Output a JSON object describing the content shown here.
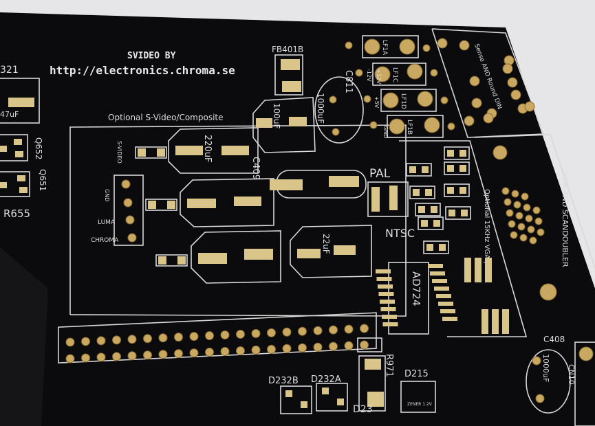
{
  "board": {
    "credit_title": "SVIDEO BY",
    "credit_url": "http://electronics.chroma.se",
    "section_svideo": "Optional S-Video/Composite",
    "connector_labels": [
      "S-VIDEO",
      "GND",
      "LUMA",
      "CHROMA"
    ],
    "cap_220_a": "220uF",
    "cap_220_b": "22uF",
    "fb": "FB401B",
    "c811": "C811",
    "c811_val": "1000uF",
    "c409": "C409",
    "c409_val": "100uF",
    "pal": "PAL",
    "ntsc": "NTSC",
    "ic": "AD724",
    "r971": "R971",
    "d215": "D215",
    "zener": "ZENER 1.2V",
    "d232b": "D232B",
    "d232a": "D232A",
    "d23": "D23",
    "c408": "C408",
    "c408_val": "1000uF",
    "cn10": "CN10",
    "vga_port": "Optional 15KHz VGA port",
    "vga_scan": "VGA AND SCANDOUBLER",
    "q652": "Q652",
    "q651": "Q651",
    "r655": "R655",
    "ref321": "321",
    "cap47": "47uF",
    "lf": [
      "LF1A",
      "LF1C",
      "LF1D",
      "LF1B"
    ],
    "rails": [
      "+12V",
      "-12V",
      "+5V",
      "GND"
    ],
    "din": "Sense AND Round DIN"
  },
  "colors": {
    "board": "#0b0b0d",
    "silk": "#e9e9e9",
    "gold": "#d9c48a",
    "background": "#e6e6e8"
  }
}
